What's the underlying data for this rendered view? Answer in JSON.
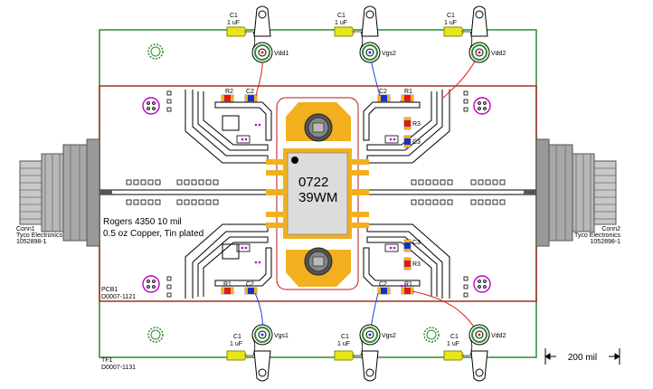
{
  "chip": {
    "line1": "0722",
    "line2": "39WM"
  },
  "board": {
    "material_line1": "Rogers 4350 10 mil",
    "material_line2": "0.5 oz Copper, Tin plated",
    "pcb_label": "PCB1",
    "pcb_part": "D0007-1121",
    "fixture_label": "TF1",
    "fixture_part": "D0007-1131",
    "scale_label": "200 mil"
  },
  "connectors": {
    "left": {
      "ref": "Conn1",
      "mfr": "Tyco Electronics",
      "part": "1052898-1"
    },
    "right": {
      "ref": "Conn2",
      "mfr": "Tyco Electronics",
      "part": "1052898-1"
    }
  },
  "caps_top": [
    {
      "ref": "C1",
      "value": "1 uF",
      "terminal": "Vdd1"
    },
    {
      "ref": "C1",
      "value": "1 uF",
      "terminal": "Vgs2"
    },
    {
      "ref": "C1",
      "value": "1 uF",
      "terminal": "Vdd2"
    }
  ],
  "caps_bottom": [
    {
      "ref": "C1",
      "value": "1 uF",
      "terminal": "Vgs1"
    },
    {
      "ref": "C1",
      "value": "1 uF",
      "terminal": "Vgs2"
    },
    {
      "ref": "C1",
      "value": "1 uF",
      "terminal": "Vdd2"
    }
  ],
  "smd_labels": {
    "tl_r": "R2",
    "tl_c": "C2",
    "tr_c": "C2",
    "tr_r": "R1",
    "tr_r3": "R3",
    "tr_c3": "C3",
    "br_c3": "C3",
    "br_r3": "R3",
    "bl_r": "R1",
    "bl_c": "C2",
    "br_c": "C2",
    "br_r": "R1"
  },
  "colors": {
    "pcb_outline": "#a03020",
    "fixture_outline": "#2e8b2e",
    "gold": "#f2b01e",
    "trace": "#000000",
    "via_ring": "#c000c0",
    "resistor": "#e01818",
    "capacitor": "#1030d0",
    "electrolytic": "#e6e61a",
    "wire_red": "#e02020",
    "wire_blue": "#2040e0"
  }
}
